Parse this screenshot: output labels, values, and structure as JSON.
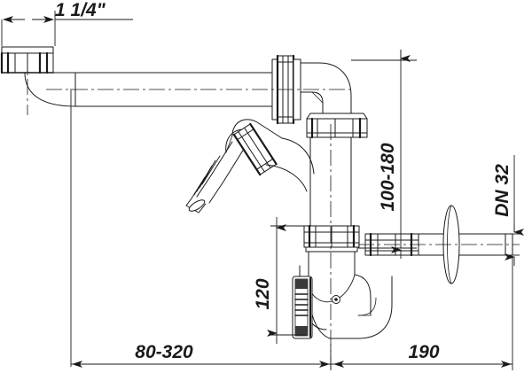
{
  "drawing": {
    "title": "Bottle trap / space-saver siphon technical drawing",
    "type": "technical-line-drawing",
    "background_color": "#ffffff",
    "line_color": "#1a1a1a",
    "dimension_color": "#1a1a1a",
    "centerline_style": "dash-dot"
  },
  "dimensions": {
    "inlet_thread": {
      "label": "1 1/4\"",
      "orientation": "horizontal",
      "position": "top-left",
      "description": "inlet connection thread size"
    },
    "outlet_height": {
      "label": "100-180",
      "orientation": "vertical",
      "position": "center-right",
      "description": "adjustable height from inlet centerline to outlet centerline"
    },
    "outlet_nominal": {
      "label": "DN 32",
      "orientation": "vertical",
      "position": "far-right",
      "description": "nominal diameter of wall outlet pipe"
    },
    "trap_height": {
      "label": "120",
      "orientation": "vertical",
      "position": "center-left",
      "description": "height of trap bowl section"
    },
    "inlet_reach": {
      "label": "80-320",
      "orientation": "horizontal",
      "position": "bottom-left",
      "description": "adjustable horizontal inlet reach"
    },
    "wall_reach": {
      "label": "190",
      "orientation": "horizontal",
      "position": "bottom-right",
      "description": "distance from trap centerline to wall outlet end"
    }
  },
  "components": [
    {
      "name": "inlet-nut",
      "label": "inlet union nut",
      "location": "top-left"
    },
    {
      "name": "inlet-pipe",
      "label": "horizontal inlet pipe",
      "location": "top"
    },
    {
      "name": "inlet-elbow",
      "label": "90 degree inlet elbow",
      "location": "top-right"
    },
    {
      "name": "union-nut-upper",
      "label": "upper union nut",
      "location": "top-center"
    },
    {
      "name": "union-nut-elbow",
      "label": "elbow union nut",
      "location": "upper-right"
    },
    {
      "name": "hose-connector",
      "label": "appliance hose connector",
      "location": "middle-left"
    },
    {
      "name": "hose-connector-nut",
      "label": "hose connector union nut",
      "location": "middle"
    },
    {
      "name": "vertical-pipe",
      "label": "vertical downpipe",
      "location": "center"
    },
    {
      "name": "trap-nut",
      "label": "trap union nut",
      "location": "center-low"
    },
    {
      "name": "trap-body",
      "label": "trap bowl body",
      "location": "bottom-center"
    },
    {
      "name": "cleanout-cap",
      "label": "cleanout access cap",
      "location": "bottom-left-of-trap"
    },
    {
      "name": "outlet-elbow",
      "label": "outlet elbow to wall",
      "location": "bottom-right"
    },
    {
      "name": "outlet-nut",
      "label": "outlet union nut",
      "location": "right"
    },
    {
      "name": "wall-flange",
      "label": "wall escutcheon flange",
      "location": "right"
    },
    {
      "name": "wall-outlet-pipe",
      "label": "wall outlet pipe",
      "location": "far-right"
    }
  ]
}
